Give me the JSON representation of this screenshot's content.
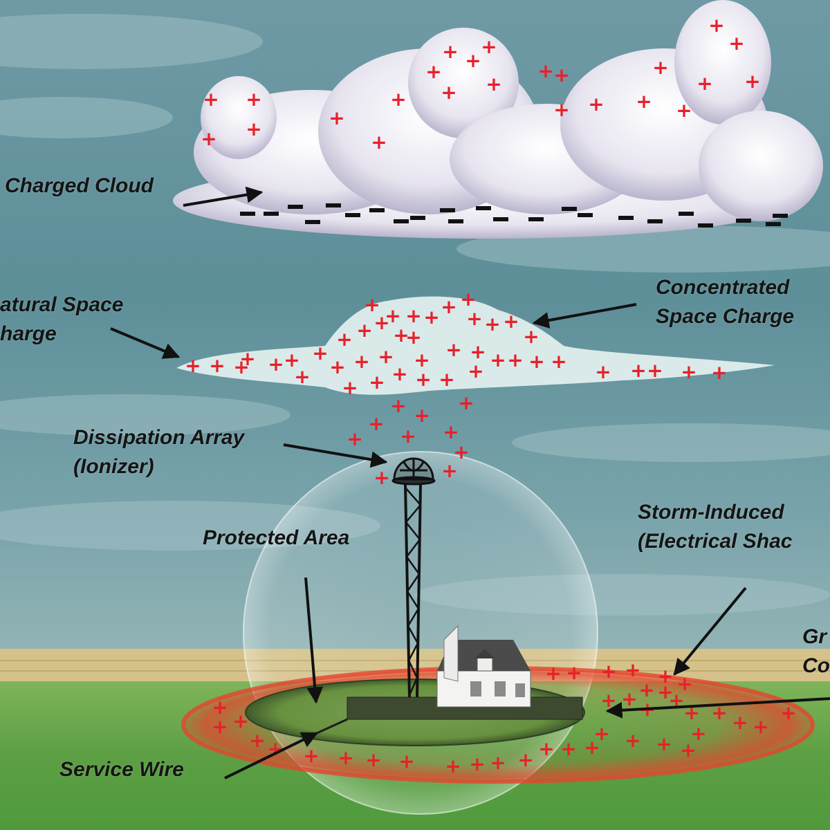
{
  "labels": {
    "charged_cloud": "Charged Cloud",
    "natural_space_charge_line1": "atural Space",
    "natural_space_charge_line2": "harge",
    "concentrated_space_charge_line1": "Concentrated",
    "concentrated_space_charge_line2": "Space Charge",
    "dissipation_array_line1": "Dissipation Array",
    "dissipation_array_line2": "(Ionizer)",
    "protected_area": "Protected Area",
    "storm_induced_line1": "Storm-Induced",
    "storm_induced_line2": "(Electrical Shac",
    "ground_collector_line1": "Gr",
    "ground_collector_line2": "Co",
    "service_wire": "Service Wire"
  },
  "symbols": {
    "positive": "+",
    "negative": "–"
  },
  "colors": {
    "sky": "#6f9aa6",
    "cloud": "#ece9f3",
    "charge_positive": "#e8202a",
    "charge_negative": "#111111",
    "grass": "#5fa24a",
    "field": "#d4c28a",
    "ring": "#e5452e",
    "label_text": "#141414"
  }
}
